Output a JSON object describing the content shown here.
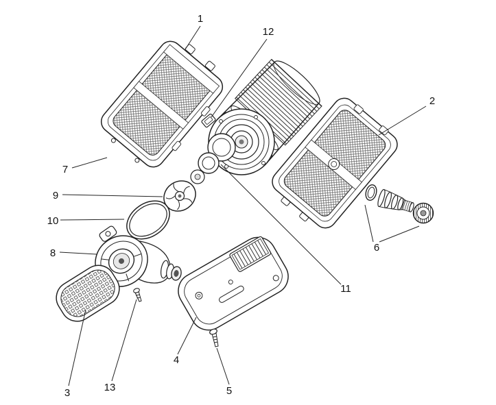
{
  "figure": {
    "background": "#ffffff",
    "line_color": "#222222",
    "shade_color": "#e8e8e8"
  },
  "parts": [
    {
      "label": "1"
    },
    {
      "label": "2"
    },
    {
      "label": "3"
    },
    {
      "label": "4"
    },
    {
      "label": "5"
    },
    {
      "label": "6"
    },
    {
      "label": "7"
    },
    {
      "label": "8"
    },
    {
      "label": "9"
    },
    {
      "label": "10"
    },
    {
      "label": "11"
    },
    {
      "label": "12"
    },
    {
      "label": "13"
    }
  ]
}
